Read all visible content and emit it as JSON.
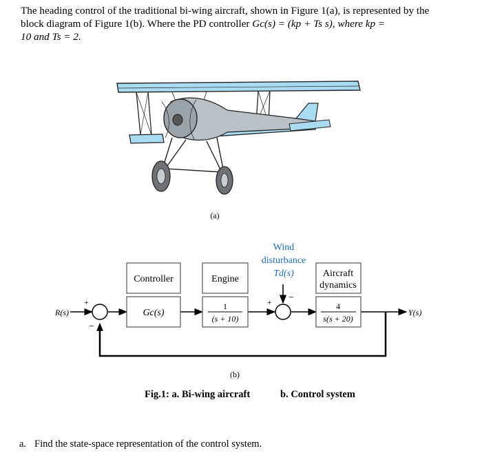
{
  "intro": {
    "line1": "The heading control of the traditional bi-wing aircraft, shown in Figure 1(a), is represented by the",
    "line2_pre": "block diagram of Figure 1(b). Where the PD controller",
    "gc_expr": "Gc(s) = (kp + Ts s), where kp =",
    "line3": "10 and Ts = 2."
  },
  "figure_a_label": "(a)",
  "figure_b_label": "(b)",
  "diagram": {
    "input": "R(s)",
    "output": "Y(s)",
    "controller_title": "Controller",
    "controller_tf": "Gc(s)",
    "engine_title": "Engine",
    "engine_num": "1",
    "engine_den": "(s + 10)",
    "disturbance_line1": "Wind",
    "disturbance_line2": "disturbance",
    "disturbance_sym": "Td(s)",
    "aircraft_line1": "Aircraft",
    "aircraft_line2": "dynamics",
    "aircraft_num": "4",
    "aircraft_den": "s(s + 20)",
    "sum1_plus": "+",
    "sum1_minus": "−",
    "sum2_plus": "+",
    "sum2_minus": "−"
  },
  "caption": {
    "a": "Fig.1: a. Bi-wing aircraft",
    "b": "b. Control system"
  },
  "question": {
    "number": "a.",
    "text": "Find the state-space representation of the control system."
  },
  "colors": {
    "wing_fill": "#a9dcf3",
    "disturbance_text": "#1f6fb5",
    "box_fill": "#ffffff",
    "box_stroke": "#555555"
  }
}
